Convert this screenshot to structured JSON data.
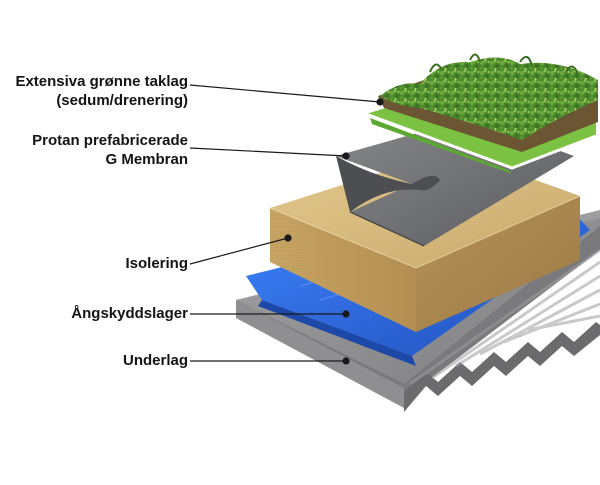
{
  "diagram": {
    "labels": {
      "green_roof": {
        "line1": "Extensiva grønne taklag",
        "line2": "(sedum/drenering)"
      },
      "membrane": {
        "line1": "Protan prefabricerade",
        "line2": "G Membran"
      },
      "insulation": "Isolering",
      "vapour_barrier": "Ångskyddslager",
      "substrate": "Underlag"
    },
    "colors": {
      "text": "#141414",
      "leader_line": "#1a1a1a",
      "sedum_green": "#4f8a2e",
      "drainage_green": "#7cc242",
      "membrane_gray": "#6e6f72",
      "insulation_tan": "#cdb07a",
      "vapour_blue": "#2f6fe0",
      "steel_gray": "#8c8c8e"
    }
  }
}
